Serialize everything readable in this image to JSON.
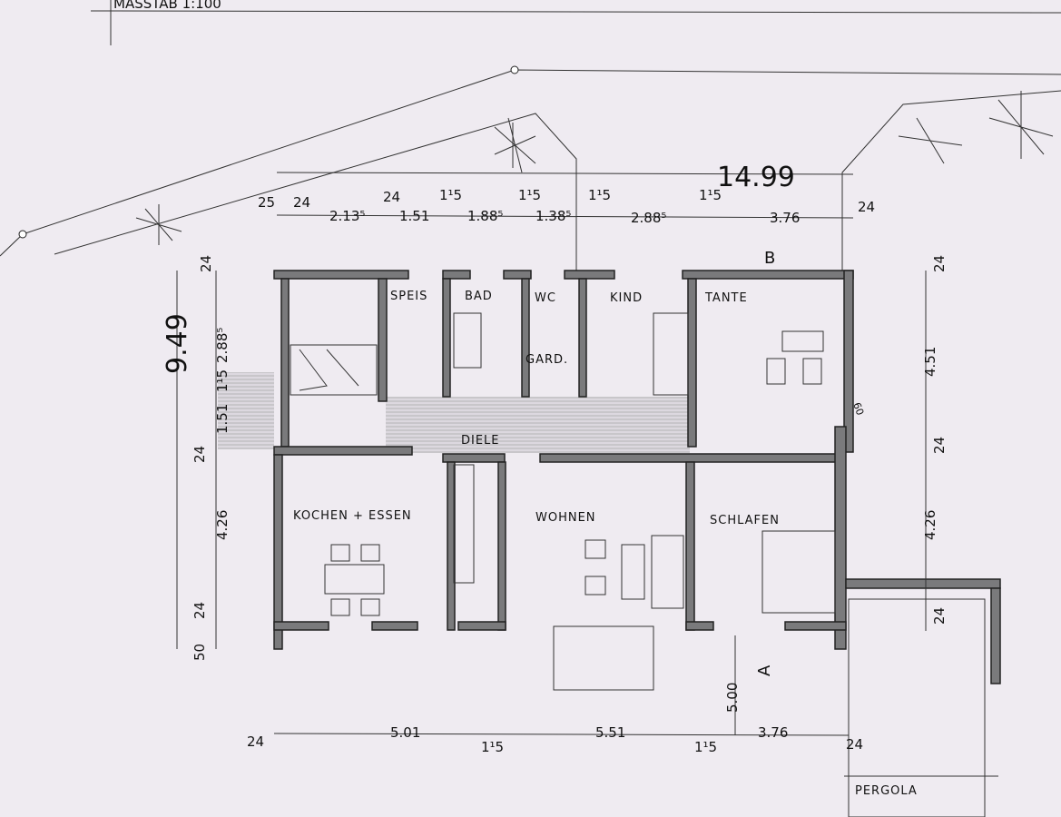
{
  "title": "MASSTAB 1:100",
  "rooms": {
    "speis": "SPEIS",
    "bad": "BAD",
    "wc": "WC",
    "kind": "KIND",
    "tante": "TANTE",
    "gard": "GARD.",
    "diele": "DIELE",
    "kochen": "KOCHEN + ESSEN",
    "wohnen": "WOHNEN",
    "schlafen": "SCHLAFEN",
    "pergola": "PERGOLA"
  },
  "section_marks": {
    "a": "A",
    "b": "B"
  },
  "dims_top": {
    "total": "14.99",
    "d1": "25",
    "d2": "24",
    "d3": "2.13⁵",
    "d4": "24",
    "d5": "1.51",
    "d6": "1¹5",
    "d7": "1.88⁵",
    "d8": "1¹5",
    "d9": "1.38⁵",
    "d10": "1¹5",
    "d11": "2.88⁵",
    "d12": "1¹5",
    "d13": "3.76",
    "d14": "24"
  },
  "dims_left": {
    "total": "9.49",
    "d1": "24",
    "d2": "2.88⁵",
    "d3": "1¹5",
    "d4": "1.51",
    "d5": "24",
    "d6": "4.26",
    "d7": "24",
    "d8": "50"
  },
  "dims_right": {
    "d1": "24",
    "d2": "4.51",
    "d3": "24",
    "d4": "4.26",
    "d5": "24",
    "d6": "60"
  },
  "dims_bottom": {
    "d1": "24",
    "d2": "5.01",
    "d3": "1¹5",
    "d4": "5.51",
    "d5": "1¹5",
    "d6": "3.76",
    "d7": "24",
    "d8": "5.00"
  }
}
